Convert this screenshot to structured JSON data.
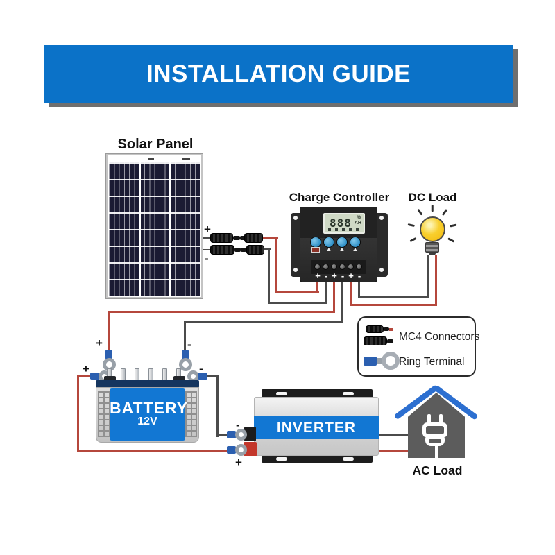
{
  "colors": {
    "banner-blue": "#0b72c8",
    "accent-blue": "#1277d3",
    "roof-blue": "#2c6fd0",
    "wire-red": "#b5473c",
    "wire-black": "#4b4b4b",
    "sleeve-blue": "#2b5fb0",
    "panel-navy": "#1b1b33",
    "house-gray": "#5c5c5c",
    "bulb-yellow": "#f6c51e",
    "lcd-green": "#cfd9c5"
  },
  "header": {
    "title": "INSTALLATION GUIDE"
  },
  "solar_panel": {
    "label": "Solar Panel",
    "plus_sign": "+",
    "minus_sign": "-"
  },
  "charge_controller": {
    "label": "Charge Controller",
    "lcd_value": "888",
    "lcd_percent": "%",
    "lcd_ah": "AH",
    "terminal_signs": [
      "+",
      "-",
      "+",
      "-",
      "+",
      "-"
    ]
  },
  "dc_load": {
    "label": "DC Load"
  },
  "legend": {
    "mc4_connectors": "MC4 Connectors",
    "ring_terminal": "Ring Terminal"
  },
  "battery": {
    "name": "BATTERY",
    "voltage": "12V",
    "top_plus_sign": "+",
    "top_minus_sign": "-",
    "side_plus_sign": "+",
    "side_minus_sign": "-"
  },
  "inverter": {
    "name": "INVERTER",
    "minus_sign": "-",
    "plus_sign": "+"
  },
  "ac_load": {
    "label": "AC Load"
  }
}
